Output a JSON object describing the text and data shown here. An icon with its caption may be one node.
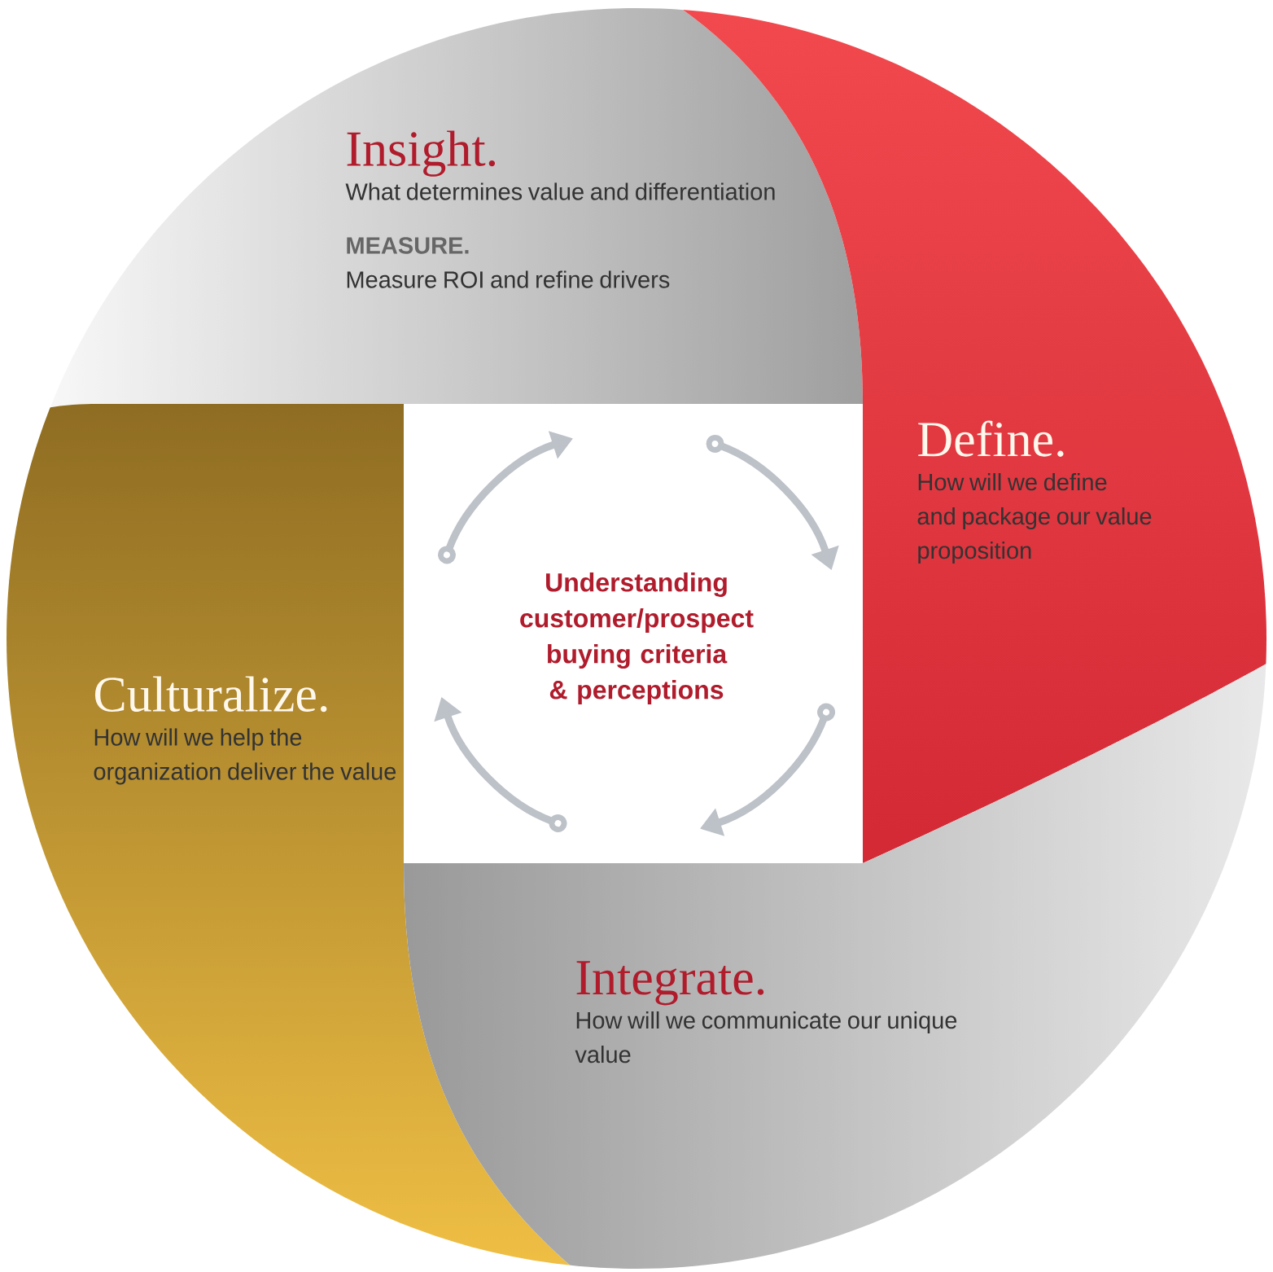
{
  "diagram": {
    "nodes": [
      {
        "text": [
          "Insight.",
          "What determines value and differentiation",
          "MEASURE.",
          "Measure ROI and refine drivers"
        ]
      },
      {
        "text": [
          "Define.",
          "How will we define and package our value proposition"
        ]
      },
      {
        "text": [
          "Culturalize.",
          "How will we help the organization deliver the value"
        ]
      },
      {
        "text": [
          "Integrate.",
          "How will we communicate our unique value"
        ]
      },
      {
        "text": [
          "Understanding customer/prospect buying criteria & perceptions"
        ]
      }
    ]
  }
}
